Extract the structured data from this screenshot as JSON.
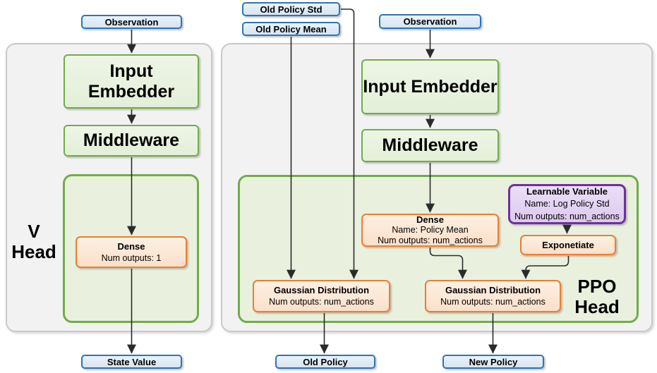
{
  "colors": {
    "blue_border": "#2E75B6",
    "green_border": "#70AD47",
    "green_container_fill": "#e9f1de",
    "orange_border": "#ED7D31",
    "purple_border": "#7030A0",
    "gray_fill": "#f2f2f2",
    "gray_border": "#c9c9c9",
    "arrow_color": "#2b2b2b"
  },
  "v_head": {
    "title_line1": "V",
    "title_line2": "Head",
    "observation": "Observation",
    "input_embedder": "Input Embedder",
    "middleware": "Middleware",
    "dense_title": "Dense",
    "dense_outputs": "Num outputs: 1",
    "state_value": "State Value"
  },
  "ppo_head": {
    "title_line1": "PPO",
    "title_line2": "Head",
    "old_policy_std": "Old Policy Std",
    "old_policy_mean": "Old Policy Mean",
    "observation": "Observation",
    "input_embedder": "Input Embedder",
    "middleware": "Middleware",
    "dense_title": "Dense",
    "dense_name": "Name: Policy Mean",
    "dense_outputs": "Num outputs: num_actions",
    "learnable_title": "Learnable Variable",
    "learnable_name": "Name: Log Policy Std",
    "learnable_outputs": "Num outputs: num_actions",
    "exponetiate": "Exponetiate",
    "gaussian_old_title": "Gaussian Distribution",
    "gaussian_old_outputs": "Num outputs: num_actions",
    "gaussian_new_title": "Gaussian Distribution",
    "gaussian_new_outputs": "Num outputs: num_actions",
    "old_policy": "Old Policy",
    "new_policy": "New Policy"
  }
}
